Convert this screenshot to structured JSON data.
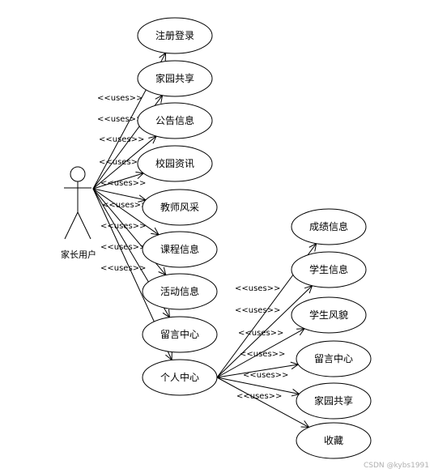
{
  "actor": {
    "name": "家长用户"
  },
  "main_use_cases": [
    {
      "id": "uc-register-login",
      "label": "注册登录"
    },
    {
      "id": "uc-home-school-share",
      "label": "家园共享"
    },
    {
      "id": "uc-announcement",
      "label": "公告信息"
    },
    {
      "id": "uc-campus-news",
      "label": "校园资讯"
    },
    {
      "id": "uc-teacher-style",
      "label": "教师风采"
    },
    {
      "id": "uc-course-info",
      "label": "课程信息"
    },
    {
      "id": "uc-activity-info",
      "label": "活动信息"
    },
    {
      "id": "uc-message-center",
      "label": "留言中心"
    },
    {
      "id": "uc-personal-center",
      "label": "个人中心"
    }
  ],
  "sub_use_cases": [
    {
      "id": "uc-grades",
      "label": "成绩信息"
    },
    {
      "id": "uc-student-info",
      "label": "学生信息"
    },
    {
      "id": "uc-student-style",
      "label": "学生风貌"
    },
    {
      "id": "uc-sub-message-center",
      "label": "留言中心"
    },
    {
      "id": "uc-sub-home-school-share",
      "label": "家园共享"
    },
    {
      "id": "uc-favorites",
      "label": "收藏"
    }
  ],
  "relation_label": "<<uses>>",
  "watermark": "CSDN @kybs1991",
  "colors": {
    "line": "#000000",
    "background": "#ffffff",
    "watermark": "#b0b0b0"
  }
}
